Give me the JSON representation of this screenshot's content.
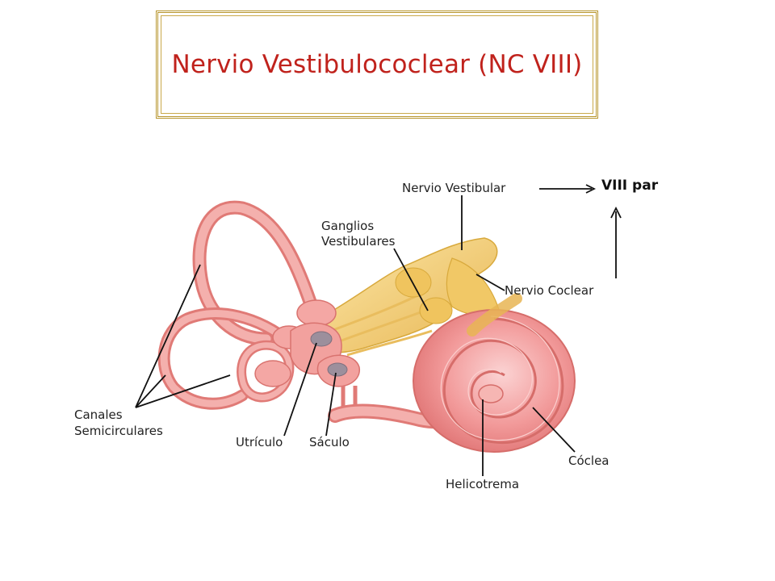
{
  "title": "Nervio Vestibulococlear (NC VIII)",
  "labels": {
    "nervio_vestibular": "Nervio Vestibular",
    "viii_par": "VIII par",
    "ganglios_line1": "Ganglios",
    "ganglios_line2": "Vestibulares",
    "nervio_coclear": "Nervio Coclear",
    "canales_line1": "Canales",
    "canales_line2": "Semicirculares",
    "utriculo": "Utrículo",
    "saculo": "Sáculo",
    "coclea": "Cóclea",
    "helicotrema": "Helicotrema"
  },
  "colors": {
    "title": "#c0221c",
    "frame": "#b8962e",
    "labyrinth": "#f2a2a2",
    "labyrinth_edge": "#d9736f",
    "nerve": "#f3d27a",
    "nerve_edge": "#d8a93c"
  }
}
